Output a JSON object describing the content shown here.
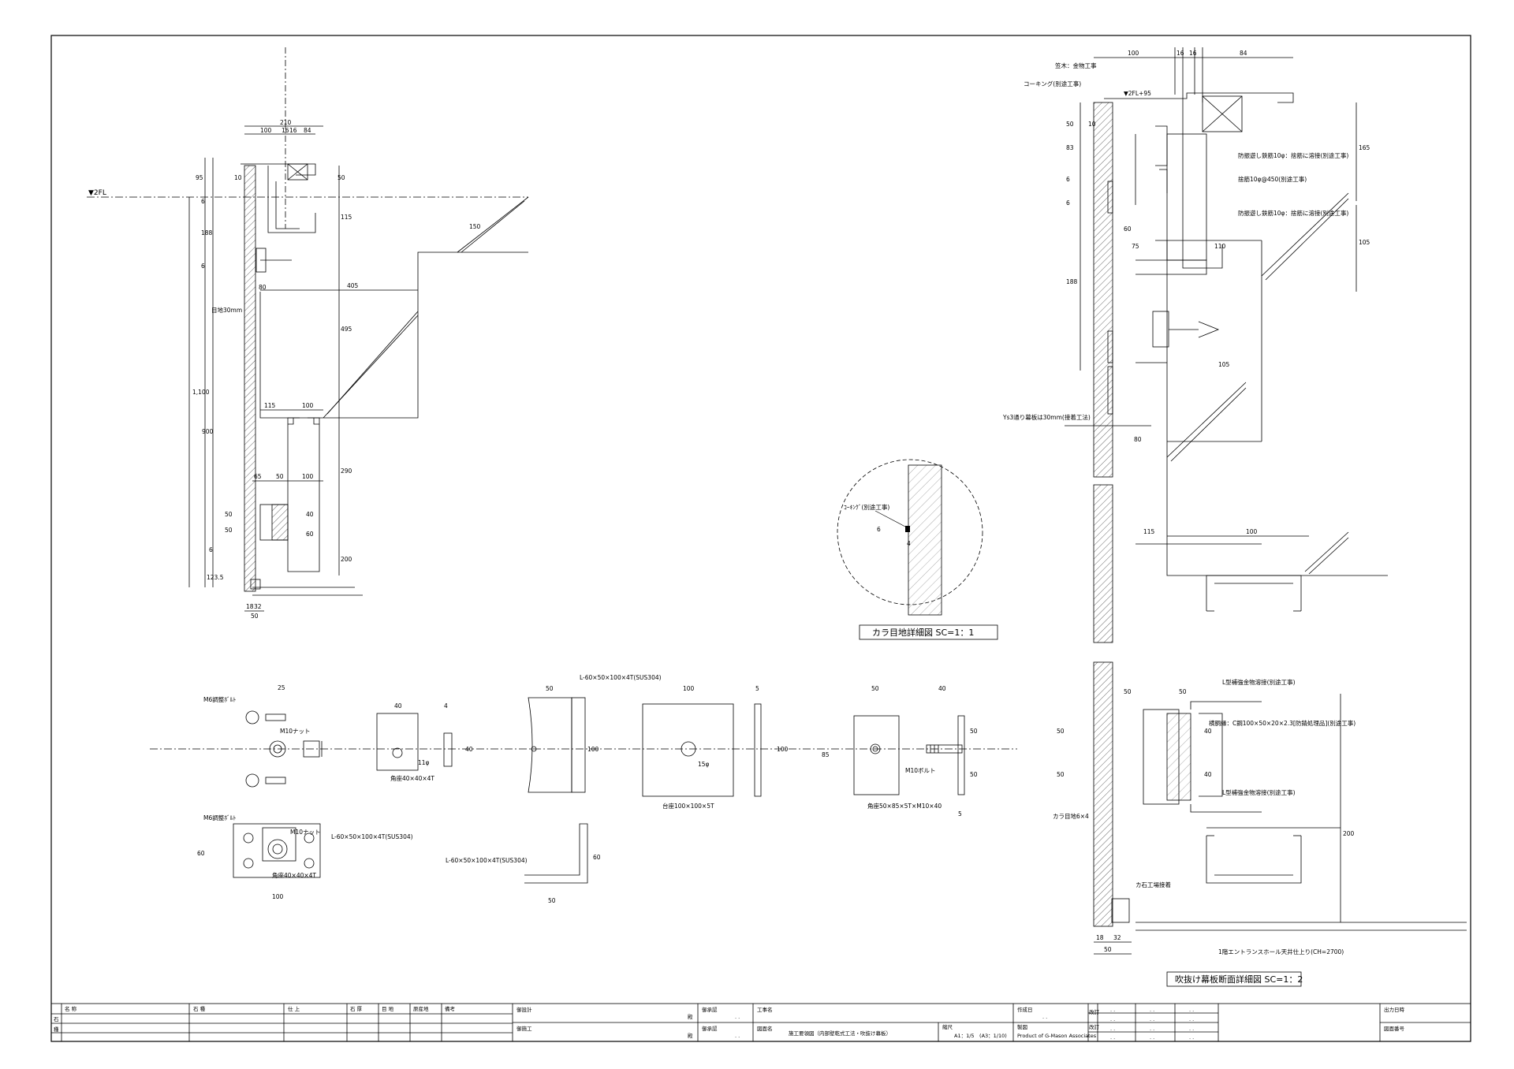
{
  "floor_label": "▼2FL",
  "left_section": {
    "dims": [
      "100",
      "16",
      "16",
      "84",
      "210",
      "95",
      "10",
      "50",
      "6",
      "188",
      "6",
      "115",
      "150",
      "80",
      "405",
      "495",
      "1,100",
      "900",
      "115",
      "100",
      "290",
      "65",
      "50",
      "100",
      "50",
      "50",
      "40",
      "60",
      "6",
      "200",
      "123.5",
      "18",
      "32",
      "50"
    ],
    "note_joint": "目地30mm"
  },
  "right_section": {
    "labels": {
      "wood": "笠木：金物工事",
      "caulking": "コーキング(別途工事)",
      "fl95": "▼2FL+95",
      "seismic_top": "防振遊し鉄筋10φ：捨筋に溶接(別途工事)",
      "anchor": "捨筋10φ@450(別途工事)",
      "seismic_bottom": "防振遊し鉄筋10φ：捨筋に溶接(別途工事)",
      "panel_joint": "Ys3通り幕板は30mm(接着工法)",
      "l_bracket_top": "L型補強金物溶接(別途工事)",
      "stud": "横胴縁：C鋼100×50×20×2.3[防錆処理品](別途工事)",
      "l_bracket_bottom": "L型補強金物溶接(別途工事)",
      "color_joint": "カラ目地6×4",
      "stone_bond": "カ石工場接着",
      "ceiling": "1階エントランスホール天井仕上り(CH=2700)"
    },
    "dims": [
      "100",
      "16",
      "16",
      "84",
      "10",
      "50",
      "83",
      "6",
      "165",
      "6",
      "188",
      "60",
      "75",
      "110",
      "105",
      "105",
      "80",
      "115",
      "100",
      "50",
      "50",
      "50",
      "50",
      "40",
      "40",
      "200",
      "18",
      "32",
      "50"
    ],
    "title": "吹抜け幕板断面詳細図 SC=1：2"
  },
  "circle_detail": {
    "label": "ｺｰｷﾝｸﾞ(別途工事)",
    "dims": [
      "6",
      "4"
    ],
    "title": "カラ目地詳細図 SC=1：1"
  },
  "parts": {
    "m6bolt": "M6調整ﾎﾞﾙﾄ",
    "m10nut": "M10ナット",
    "hole11": "11φ",
    "washer40": "角座40×40×4T",
    "angle": "L-60×50×100×4T(SUS304)",
    "hole15": "15φ",
    "base_plate": "台座100×100×5T",
    "m10bolt": "M10ボルト",
    "washer50": "角座50×85×5T×M10×40",
    "m6bolt2": "M6調整ﾎﾞﾙﾄ",
    "m10nut2": "M10ナット",
    "angle2": "L-60×50×100×4T(SUS304)",
    "washer40_2": "角座40×40×4T",
    "angle3": "L-60×50×100×4T(SUS304)",
    "dims": [
      "25",
      "40",
      "4",
      "40",
      "50",
      "100",
      "100",
      "5",
      "100",
      "50",
      "40",
      "85",
      "50",
      "50",
      "5",
      "60",
      "100",
      "60",
      "50"
    ]
  },
  "title_block": {
    "name": "名 称",
    "stone": "石 種",
    "finish": "仕 上",
    "thickness": "石 厚",
    "joint": "目 地",
    "origin": "原産地",
    "remarks": "備考",
    "row_a": "石",
    "row_b": "種",
    "designer": "御設計",
    "contractor": "御施工",
    "sama": "殿",
    "sama2": "殿",
    "approval": "御承認",
    "approval2": "御承認",
    "date_dots": ". .",
    "project": "工事名",
    "drawing_name_label": "図面名",
    "drawing_name": "施工要領図（内部壁乾式工法・吹抜け幕板）",
    "scale_label": "縮尺",
    "scale": "A1：1/5　(A3：1/10)",
    "created": "作成日",
    "drafter_label": "製図",
    "drafter": "Product of G-Mason Associates",
    "rev1": "改訂",
    "rev2": "改訂",
    "dots": ". .",
    "output_date": "出力日時",
    "drawing_no": "図面番号"
  }
}
